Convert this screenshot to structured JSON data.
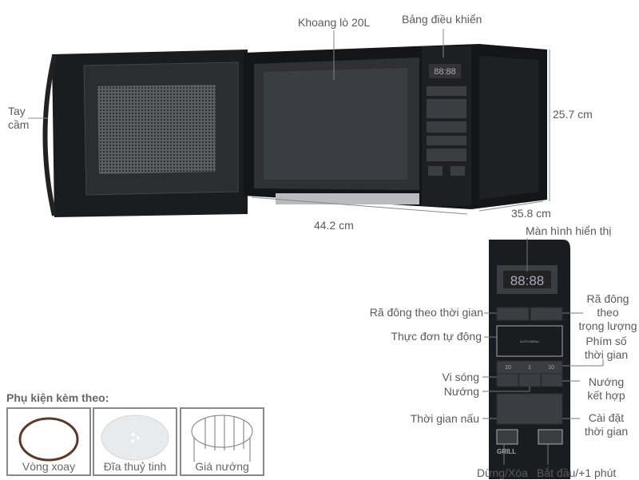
{
  "labels": {
    "cavity": "Khoang lò 20L",
    "control_panel": "Bảng điều khiển",
    "handle": [
      "Tay",
      "cầm"
    ],
    "height": "25.7 cm",
    "width": "44.2 cm",
    "depth": "35.8 cm",
    "display": "Màn hình hiển thị",
    "defrost_time": "Rã đông theo thời gian",
    "defrost_weight": [
      "Rã đông",
      "theo",
      "trọng lượng"
    ],
    "auto_menu": "Thực đơn tự động",
    "number_keys": [
      "Phím số",
      "thời gian"
    ],
    "microwave": "Vi sóng",
    "grill": "Nướng",
    "combo": [
      "Nướng",
      "kết hợp"
    ],
    "cook_time": "Thời gian nấu",
    "clock_set": [
      "Cài đặt",
      "thời gian"
    ],
    "stop_clear": "Dừng/Xóa",
    "start": "Bắt đầu/+1 phút"
  },
  "panel": {
    "display_digits": "88:88",
    "auto_menu_text": "AUTO MENU",
    "number_buttons": [
      "10",
      "1",
      "10"
    ],
    "brand": "GRILL"
  },
  "accessories": {
    "title": "Phụ kiện kèm theo:",
    "items": [
      {
        "label": "Vòng xoay",
        "icon": "turntable-ring-icon"
      },
      {
        "label": "Đĩa thuỷ tinh",
        "icon": "glass-plate-icon"
      },
      {
        "label": "Giá nướng",
        "icon": "grill-rack-icon"
      }
    ]
  },
  "colors": {
    "body": "#1b1c1f",
    "display_led": "#c0392b",
    "line": "#888888"
  }
}
